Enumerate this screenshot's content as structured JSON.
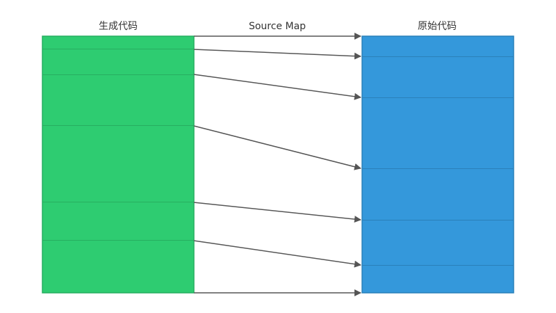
{
  "labels": {
    "generated": "生成代码",
    "sourcemap": "Source Map",
    "original": "原始代码"
  },
  "colors": {
    "generated_fill": "#2ECC71",
    "generated_stroke": "#27AE60",
    "original_fill": "#3498DB",
    "original_stroke": "#2980B9",
    "divider_generated": "#27AE60",
    "divider_original": "#2A80B9",
    "arrow": "#555555"
  }
}
